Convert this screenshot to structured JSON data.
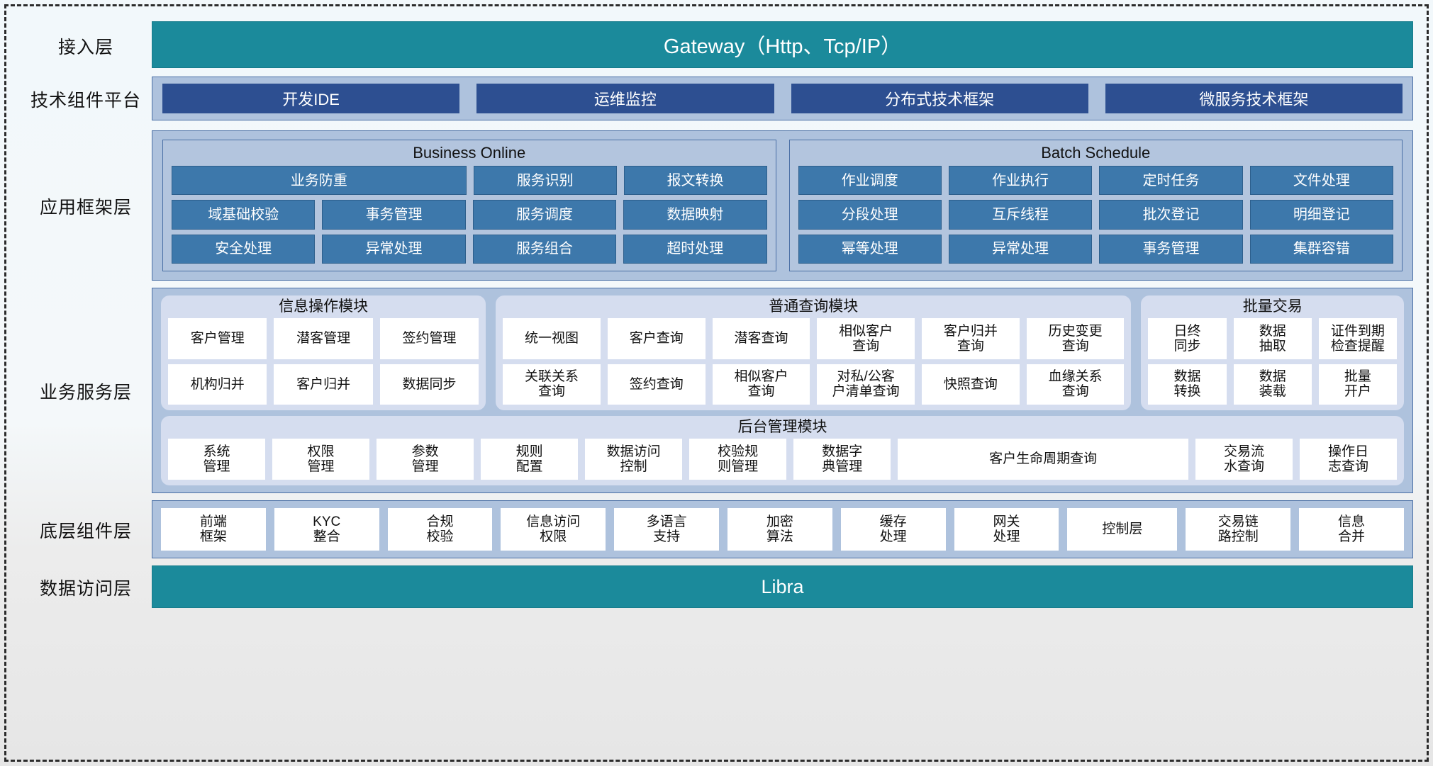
{
  "diagram": {
    "title": "业务平台分层架构图",
    "colors": {
      "teal": "#1b8a9b",
      "band": "#aec2dd",
      "chip_dark_blue": "#2d4f91",
      "cell_blue": "#3d78ab",
      "module_bg": "#d5ddef",
      "cell_white": "#ffffff"
    }
  },
  "layers": {
    "access": {
      "label": "接入层",
      "bar": "Gateway（Http、Tcp/IP）"
    },
    "tech": {
      "label": "技术组件平台",
      "chips": [
        "开发IDE",
        "运维监控",
        "分布式技术框架",
        "微服务技术框架"
      ]
    },
    "app": {
      "label": "应用框架层",
      "groups": [
        {
          "title": "Business Online",
          "rows": [
            [
              {
                "label": "业务防重",
                "span": 2
              },
              {
                "label": "服务识别",
                "span": 1
              },
              {
                "label": "报文转换",
                "span": 1
              }
            ],
            [
              {
                "label": "域基础校验",
                "span": 1
              },
              {
                "label": "事务管理",
                "span": 1
              },
              {
                "label": "服务调度",
                "span": 1
              },
              {
                "label": "数据映射",
                "span": 1
              }
            ],
            [
              {
                "label": "安全处理",
                "span": 1
              },
              {
                "label": "异常处理",
                "span": 1
              },
              {
                "label": "服务组合",
                "span": 1
              },
              {
                "label": "超时处理",
                "span": 1
              }
            ]
          ]
        },
        {
          "title": "Batch Schedule",
          "rows": [
            [
              {
                "label": "作业调度",
                "span": 1
              },
              {
                "label": "作业执行",
                "span": 1
              },
              {
                "label": "定时任务",
                "span": 1
              },
              {
                "label": "文件处理",
                "span": 1
              }
            ],
            [
              {
                "label": "分段处理",
                "span": 1
              },
              {
                "label": "互斥线程",
                "span": 1
              },
              {
                "label": "批次登记",
                "span": 1
              },
              {
                "label": "明细登记",
                "span": 1
              }
            ],
            [
              {
                "label": "幂等处理",
                "span": 1
              },
              {
                "label": "异常处理",
                "span": 1
              },
              {
                "label": "事务管理",
                "span": 1
              },
              {
                "label": "集群容错",
                "span": 1
              }
            ]
          ]
        }
      ]
    },
    "business": {
      "label": "业务服务层",
      "modules": [
        {
          "title": "信息操作模块",
          "flex": 3,
          "rows": [
            [
              "客户管理",
              "潜客管理",
              "签约管理"
            ],
            [
              "机构归并",
              "客户归并",
              "数据同步"
            ]
          ]
        },
        {
          "title": "普通查询模块",
          "flex": 6,
          "rows": [
            [
              "统一视图",
              "客户查询",
              "潜客查询",
              "相似客户\n查询",
              "客户归并\n查询",
              "历史变更\n查询"
            ],
            [
              "关联关系\n查询",
              "签约查询",
              "相似客户\n查询",
              "对私/公客\n户清单查询",
              "快照查询",
              "血缘关系\n查询"
            ]
          ]
        },
        {
          "title": "批量交易",
          "flex": 2.4,
          "rows": [
            [
              "日终\n同步",
              "数据\n抽取",
              "证件到期\n检查提醒"
            ],
            [
              "数据\n转换",
              "数据\n装载",
              "批量\n开户"
            ]
          ]
        }
      ],
      "backend": {
        "title": "后台管理模块",
        "cells": [
          {
            "label": "系统\n管理",
            "flex": 1
          },
          {
            "label": "权限\n管理",
            "flex": 1
          },
          {
            "label": "参数\n管理",
            "flex": 1
          },
          {
            "label": "规则\n配置",
            "flex": 1
          },
          {
            "label": "数据访问\n控制",
            "flex": 1
          },
          {
            "label": "校验规\n则管理",
            "flex": 1
          },
          {
            "label": "数据字\n典管理",
            "flex": 1
          },
          {
            "label": "客户生命周期查询",
            "flex": 3.05
          },
          {
            "label": "交易流\n水查询",
            "flex": 1
          },
          {
            "label": "操作日\n志查询",
            "flex": 1
          }
        ]
      }
    },
    "base": {
      "label": "底层组件层",
      "cells": [
        {
          "label": "前端\n框架",
          "flex": 1
        },
        {
          "label": "KYC\n整合",
          "flex": 1
        },
        {
          "label": "合规\n校验",
          "flex": 1
        },
        {
          "label": "信息访问\n权限",
          "flex": 1
        },
        {
          "label": "多语言\n支持",
          "flex": 1
        },
        {
          "label": "加密\n算法",
          "flex": 1
        },
        {
          "label": "缓存\n处理",
          "flex": 1
        },
        {
          "label": "网关\n处理",
          "flex": 1
        },
        {
          "label": "控制层",
          "flex": 1.05
        },
        {
          "label": "交易链\n路控制",
          "flex": 1
        },
        {
          "label": "信息\n合并",
          "flex": 1
        }
      ]
    },
    "data": {
      "label": "数据访问层",
      "bar": "Libra"
    }
  }
}
